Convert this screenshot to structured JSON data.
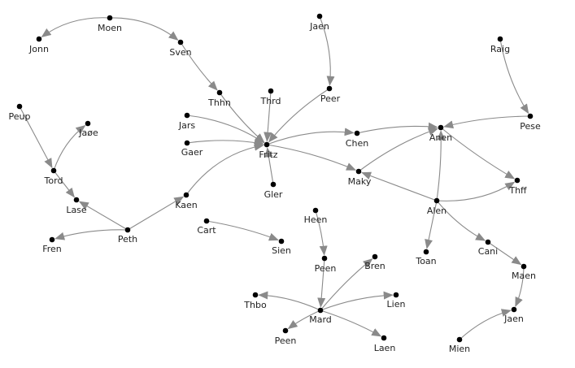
{
  "graph": {
    "colors": {
      "edge": "#8a8a8a",
      "node": "#000000",
      "label": "#222222",
      "background": "#ffffff"
    },
    "nodes": [
      {
        "id": "moen",
        "label": "Moen"
      },
      {
        "id": "jonn",
        "label": "Jonn"
      },
      {
        "id": "sven",
        "label": "Sven"
      },
      {
        "id": "thhn",
        "label": "Thhn"
      },
      {
        "id": "jaen1",
        "label": "Jaen"
      },
      {
        "id": "peer",
        "label": "Peer"
      },
      {
        "id": "thrd",
        "label": "Thrd"
      },
      {
        "id": "jars",
        "label": "Jars"
      },
      {
        "id": "gaer",
        "label": "Gaer"
      },
      {
        "id": "fritz",
        "label": "Fritz"
      },
      {
        "id": "gler",
        "label": "Gler"
      },
      {
        "id": "chen",
        "label": "Chen"
      },
      {
        "id": "maky",
        "label": "Maky"
      },
      {
        "id": "anen",
        "label": "Anen"
      },
      {
        "id": "raig",
        "label": "Raig"
      },
      {
        "id": "pese",
        "label": "Pese"
      },
      {
        "id": "thff",
        "label": "Thff"
      },
      {
        "id": "alen",
        "label": "Alen"
      },
      {
        "id": "toan",
        "label": "Toan"
      },
      {
        "id": "cani",
        "label": "Cani"
      },
      {
        "id": "maen",
        "label": "Maen"
      },
      {
        "id": "jaen2",
        "label": "Jaen"
      },
      {
        "id": "mien",
        "label": "Mien"
      },
      {
        "id": "peup",
        "label": "Peup"
      },
      {
        "id": "jaoe",
        "label": "Jaøe"
      },
      {
        "id": "tord",
        "label": "Tord"
      },
      {
        "id": "lase",
        "label": "Lase"
      },
      {
        "id": "fren",
        "label": "Fren"
      },
      {
        "id": "peth",
        "label": "Peth"
      },
      {
        "id": "kaen",
        "label": "Kaen"
      },
      {
        "id": "cart",
        "label": "Cart"
      },
      {
        "id": "sien",
        "label": "Sien"
      },
      {
        "id": "heen",
        "label": "Heen"
      },
      {
        "id": "peen1",
        "label": "Peen"
      },
      {
        "id": "bren",
        "label": "Bren"
      },
      {
        "id": "thbo",
        "label": "Thbo"
      },
      {
        "id": "lien",
        "label": "Lien"
      },
      {
        "id": "mard",
        "label": "Mard"
      },
      {
        "id": "peen2",
        "label": "Peen"
      },
      {
        "id": "laen",
        "label": "Laen"
      }
    ],
    "edges": [
      {
        "source": "moen",
        "target": "jonn"
      },
      {
        "source": "moen",
        "target": "sven"
      },
      {
        "source": "sven",
        "target": "thhn"
      },
      {
        "source": "thhn",
        "target": "fritz"
      },
      {
        "source": "jaen1",
        "target": "peer"
      },
      {
        "source": "peer",
        "target": "fritz"
      },
      {
        "source": "thrd",
        "target": "fritz"
      },
      {
        "source": "jars",
        "target": "fritz"
      },
      {
        "source": "gaer",
        "target": "fritz"
      },
      {
        "source": "gler",
        "target": "fritz"
      },
      {
        "source": "kaen",
        "target": "fritz"
      },
      {
        "source": "fritz",
        "target": "chen"
      },
      {
        "source": "fritz",
        "target": "maky"
      },
      {
        "source": "chen",
        "target": "anen"
      },
      {
        "source": "maky",
        "target": "anen"
      },
      {
        "source": "raig",
        "target": "pese"
      },
      {
        "source": "pese",
        "target": "anen"
      },
      {
        "source": "anen",
        "target": "thff"
      },
      {
        "source": "alen",
        "target": "anen"
      },
      {
        "source": "alen",
        "target": "thff"
      },
      {
        "source": "alen",
        "target": "maky"
      },
      {
        "source": "alen",
        "target": "toan"
      },
      {
        "source": "alen",
        "target": "cani"
      },
      {
        "source": "cani",
        "target": "maen"
      },
      {
        "source": "maen",
        "target": "jaen2"
      },
      {
        "source": "mien",
        "target": "jaen2"
      },
      {
        "source": "peup",
        "target": "tord"
      },
      {
        "source": "tord",
        "target": "jaoe"
      },
      {
        "source": "tord",
        "target": "lase"
      },
      {
        "source": "peth",
        "target": "lase"
      },
      {
        "source": "peth",
        "target": "fren"
      },
      {
        "source": "peth",
        "target": "kaen"
      },
      {
        "source": "cart",
        "target": "sien"
      },
      {
        "source": "heen",
        "target": "peen1"
      },
      {
        "source": "peen1",
        "target": "mard"
      },
      {
        "source": "mard",
        "target": "bren"
      },
      {
        "source": "mard",
        "target": "thbo"
      },
      {
        "source": "mard",
        "target": "lien"
      },
      {
        "source": "mard",
        "target": "peen2"
      },
      {
        "source": "mard",
        "target": "laen"
      }
    ]
  }
}
